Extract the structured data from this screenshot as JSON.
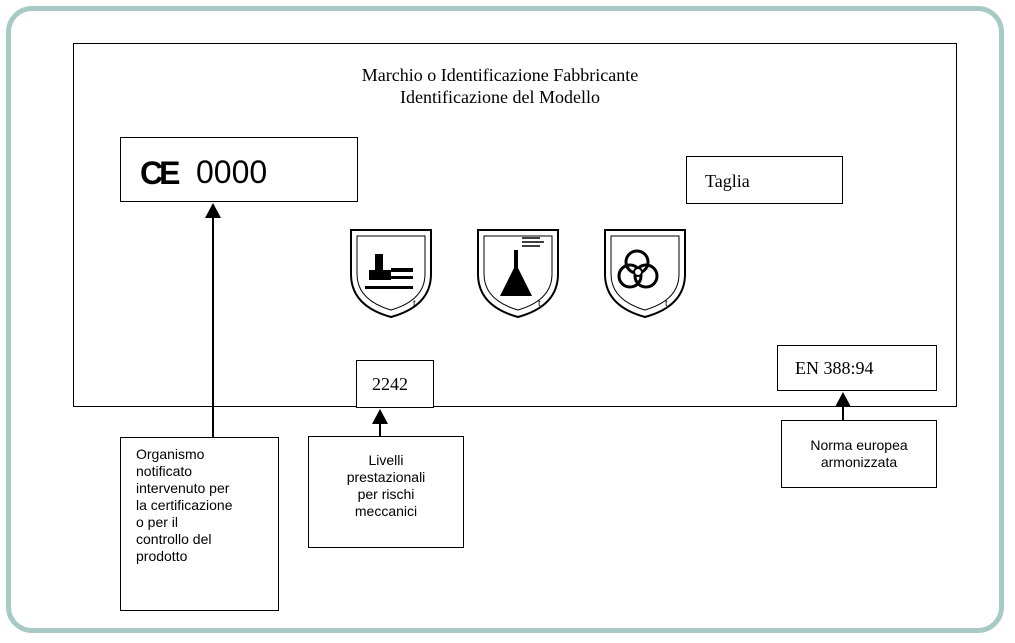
{
  "header": {
    "line1": "Marchio o Identificazione Fabbricante",
    "line2": "Identificazione del Modello"
  },
  "ce": {
    "mark": "CE",
    "number": "0000"
  },
  "size_label": "Taglia",
  "performance_code": "2242",
  "standard": "EN 388:94",
  "pictograms": [
    "mechanical-risk-icon",
    "chemical-risk-icon",
    "biohazard-icon"
  ],
  "notes": {
    "notified_body": [
      "Organismo",
      "notificato",
      "intervenuto per",
      "la certificazione",
      "o per il",
      "controllo del",
      "prodotto"
    ],
    "performance_levels": [
      "Livelli",
      "prestazionali",
      "per rischi",
      "meccanici"
    ],
    "european_standard": [
      "Norma europea",
      "armonizzata"
    ]
  },
  "colors": {
    "frame_border": "#a9cac4",
    "ink": "#000000"
  }
}
